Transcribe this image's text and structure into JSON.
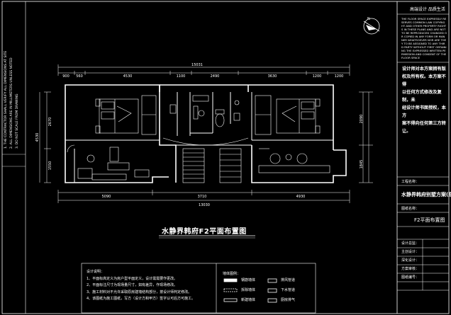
{
  "drawing": {
    "title": "水静界韩府F2平面布置图",
    "dimensions_top_total": "15031",
    "dimensions_top": [
      "900",
      "560",
      "4530",
      "1100",
      "2490",
      "3630",
      "1200",
      "1200"
    ],
    "dimensions_bottom": [
      "5090",
      "3710",
      "4930"
    ],
    "dimensions_bottom_total": "13030",
    "dimensions_left": [
      "2670",
      "1550",
      "4530"
    ],
    "dimensions_right": [
      "2090",
      "1845"
    ]
  },
  "title_block": {
    "company_header": "高端设计 品质生活",
    "statement_lines": [
      "设计师对本方案拥有版",
      "权及所有权。本方案不得",
      "以任何方式修改及复制，未",
      "经设计师书面授权，本方",
      "案不得向任何第三方转让。"
    ],
    "english_note": "THE FLOOR SPACE EXPRESSLY RESERVES COMMON LAW COPYRIGHT AND OTHER PROPERTY RIGHTS IN THESE PLANS AND ARE NOT TO BE REPRODUCED CHANGED OR COPIED IN ANY FORM OR MANNER WHATSOEVER NOR ARE THEY TO BE ASSIGNED TO ANY THIRD PARTY WITHOUT FIRST OBTAINING THE EXPRESSED WRITTEN PERMISSION AND CONSENT OF THE FLOOR SPACE",
    "project_label": "工程名称：",
    "project_name": "水静界韩府别墅方案(原",
    "drawing_label": "图纸名称：",
    "drawing_name": "F2平面布置图",
    "small_labels": [
      "设计总监：",
      "主创设计：",
      "深化设计：",
      "方案审核：",
      "图纸编号："
    ]
  },
  "notes": {
    "heading": "设计说明：",
    "items": [
      "1、平面标高定义为房户型平面定义，设计需需要作更改。",
      "2、平面标注尺寸为现场量尺寸，如有差异，作现场修改。",
      "3、施工材料对不允许采取原房建墙结构部分，按设计师判定修改。",
      "4、该图纸为施工图纸，写方（设计方和甲方）签字认可后方可施工。"
    ]
  },
  "legend": {
    "heading": "墙体图例：",
    "items": [
      "钢筋墙体",
      "拆除墙体",
      "新建墙体",
      "排风管道",
      "下水管道",
      "厨房排气"
    ]
  },
  "side_notes": [
    "1. THE CONTRACTOR SHALL VERIFY ALL DIMENSIONS AT SITE",
    "2. ALL DIMENSIONS ARE IN MILLIMETERS UNLESS NOTED",
    "3. DO NOT SCALE FROM DRAWING"
  ]
}
